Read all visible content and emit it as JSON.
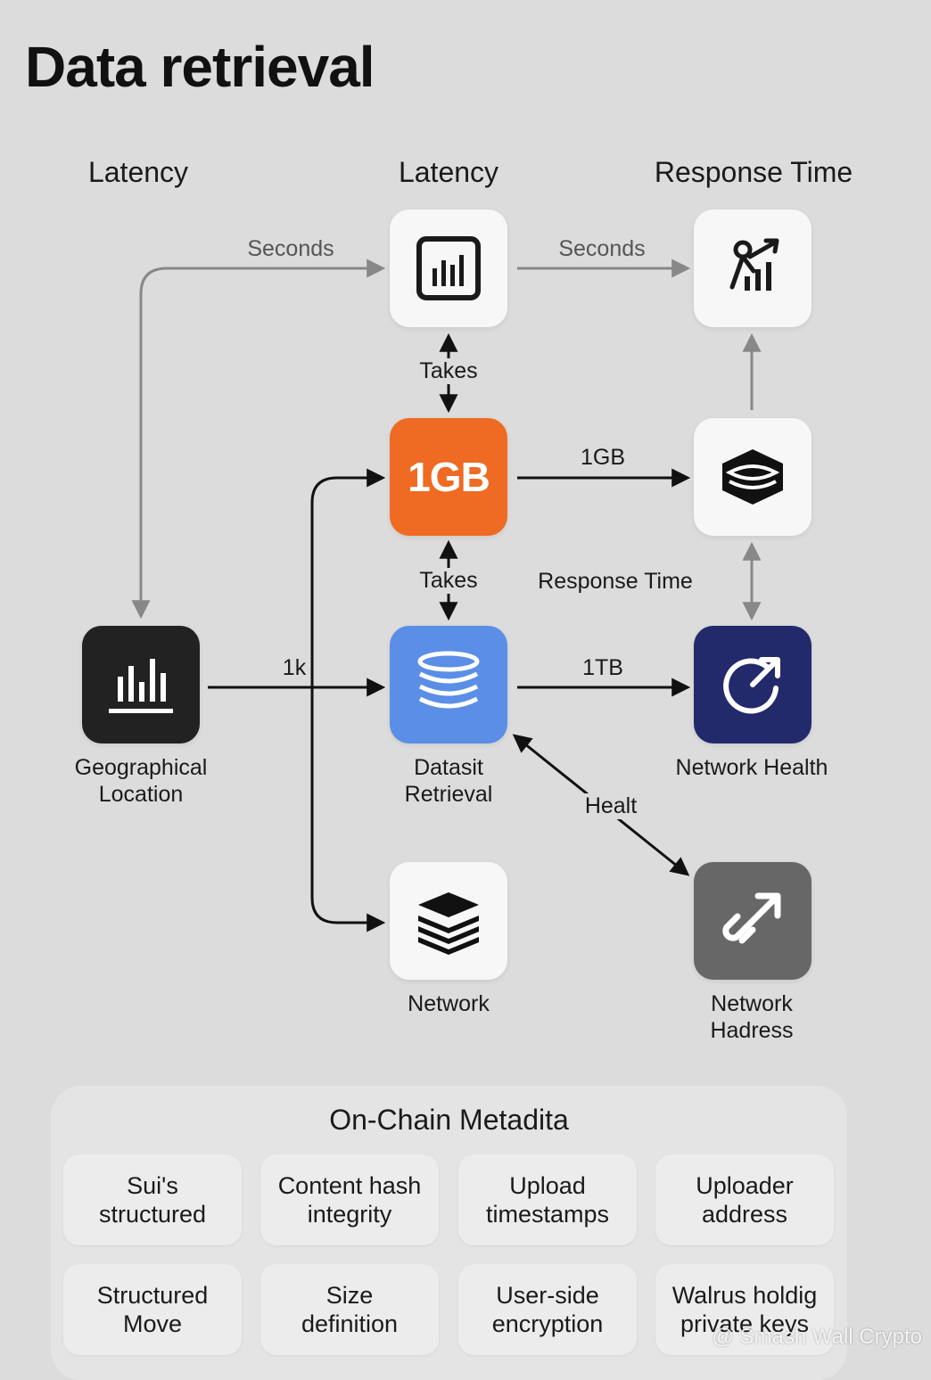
{
  "title": "Data retrieval",
  "columns": {
    "left": "Latency",
    "middle": "Latency",
    "right": "Response Time"
  },
  "edges": {
    "geo_to_chart": "Seconds",
    "chart_to_response": "Seconds",
    "chart_1gb": "Takes",
    "gb_datasit": "Takes",
    "gb_to_storage": "1GB",
    "response_time": "Response Time",
    "geo_to_datasit": "1k",
    "datasit_to_health": "1TB",
    "datasit_to_hadress": "Healt"
  },
  "nodes": {
    "chart": {
      "icon": "bar-chart-icon"
    },
    "response": {
      "icon": "growth-chart-icon"
    },
    "one_gb": {
      "text": "1GB",
      "color": "#ef6a22"
    },
    "storage": {
      "icon": "disk-icon"
    },
    "geo": {
      "icon": "bar-graph-icon",
      "label_line1": "Geographical",
      "label_line2": "Location",
      "color": "#222222"
    },
    "datasit": {
      "icon": "database-icon",
      "label_line1": "Datasit",
      "label_line2": "Retrieval",
      "color": "#5b8ee6"
    },
    "health": {
      "icon": "refresh-arrow-icon",
      "label": "Network Health",
      "color": "#232a6b"
    },
    "network": {
      "icon": "layers-icon",
      "label": "Network"
    },
    "hadress": {
      "icon": "link-arrow-icon",
      "label_line1": "Network",
      "label_line2": "Hadress",
      "color": "#676767"
    }
  },
  "metadata": {
    "title": "On-Chain Metadita",
    "cards": [
      {
        "line1": "Sui's",
        "line2": "structured"
      },
      {
        "line1": "Content hash",
        "line2": "integrity"
      },
      {
        "line1": "Upload",
        "line2": "timestamps"
      },
      {
        "line1": "Uploader",
        "line2": "address"
      },
      {
        "line1": "Structured",
        "line2": "Move"
      },
      {
        "line1": "Size",
        "line2": "definition"
      },
      {
        "line1": "User-side",
        "line2": "encryption"
      },
      {
        "line1": "Walrus holdig",
        "line2": "private keys"
      }
    ]
  },
  "watermark": "@ Smash Wall Crypto"
}
